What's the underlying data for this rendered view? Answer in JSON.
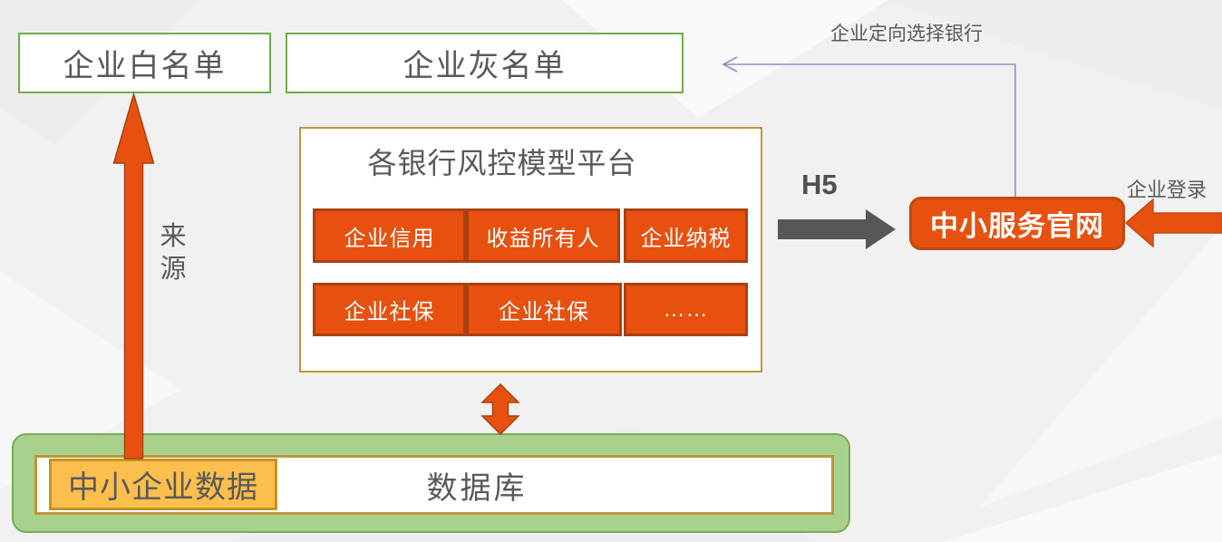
{
  "labels": {
    "whitelist": "企业白名单",
    "greylist": "企业灰名单",
    "source": "来源",
    "platform_title": "各银行风控模型平台",
    "h5": "H5",
    "portal": "中小服务官网",
    "enterprise_login": "企业登录",
    "select_bank": "企业定向选择银行",
    "sme_data": "中小企业数据",
    "database": "数据库"
  },
  "platform_modules": [
    "企业信用",
    "收益所有人",
    "企业纳税",
    "企业社保",
    "企业社保",
    "……"
  ],
  "icons": {
    "source_arrow": "thick-arrow-up",
    "sync_arrow": "double-headed-vertical-arrow",
    "h5_arrow": "thick-arrow-right",
    "login_arrow": "thick-arrow-left",
    "select_bank_arrow": "thin-elbow-arrow-left"
  },
  "colors": {
    "accent_orange": "#e8500f",
    "orange_border": "#a84110",
    "box_green_border": "#70ad47",
    "container_green_fill": "#a9d18e",
    "container_green_border": "#7aab58",
    "gold_border": "#c2953b",
    "yellow_fill": "#fcbf4d",
    "yellow_border": "#c6951f",
    "text_gray": "#595959",
    "dark_arrow_gray": "#575757",
    "connector_purple": "#8b8fc6",
    "background": "#f1f1f2"
  }
}
